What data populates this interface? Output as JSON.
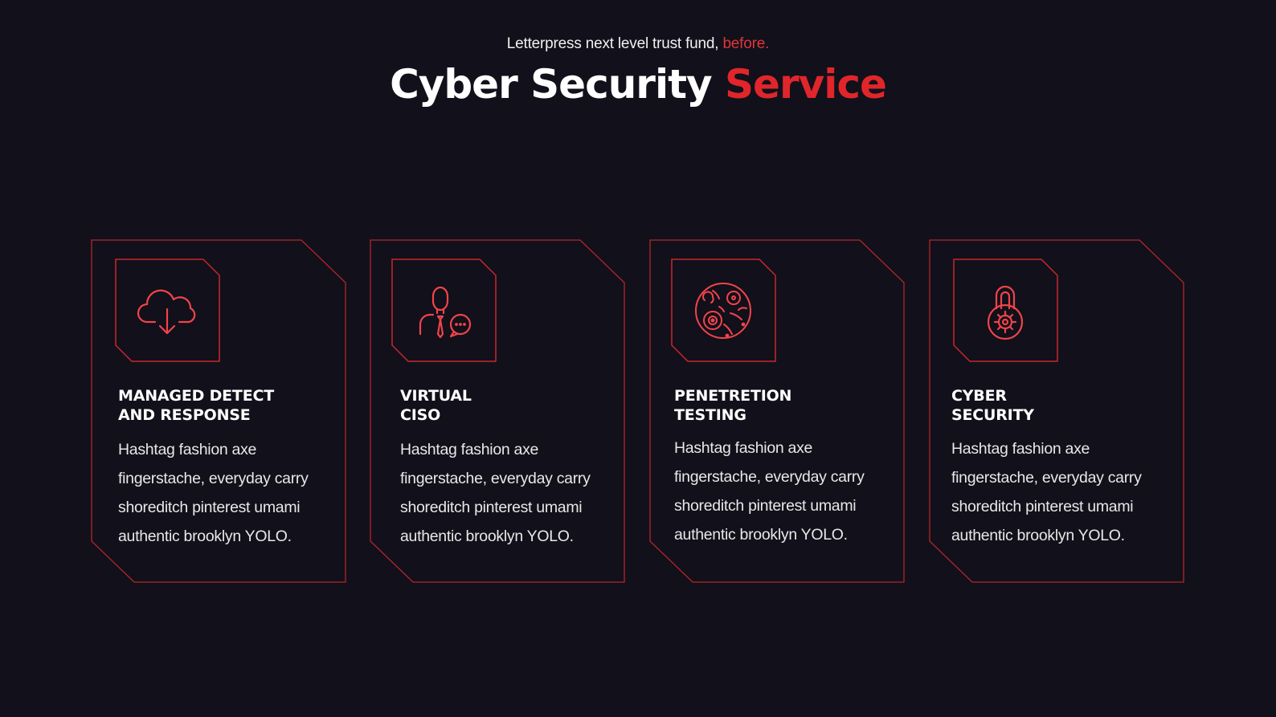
{
  "header": {
    "subtitle": "Letterpress next level trust fund,",
    "subtitle_accent": "before.",
    "title": "Cyber Security",
    "title_accent": "Service"
  },
  "colors": {
    "background": "#12101a",
    "accent": "#e0262b",
    "icon_stroke": "#f0444a",
    "border": "#b3262b"
  },
  "cards": [
    {
      "icon": "cloud-download-icon",
      "title": "MANAGED DETECT\nAND RESPONSE",
      "body": "Hashtag fashion axe fingerstache, everyday carry shoreditch pinterest umami authentic brooklyn YOLO."
    },
    {
      "icon": "consultant-chat-icon",
      "title": "VIRTUAL\nCISO",
      "body": "Hashtag fashion axe fingerstache, everyday carry shoreditch pinterest umami authentic brooklyn YOLO."
    },
    {
      "icon": "virus-globe-icon",
      "title": "PENETRETION\nTESTING",
      "body": "Hashtag fashion axe fingerstache, everyday carry shoreditch pinterest umami authentic brooklyn YOLO."
    },
    {
      "icon": "padlock-gear-icon",
      "title": "CYBER\nSECURITY",
      "body": "Hashtag fashion axe fingerstache, everyday carry shoreditch pinterest umami authentic brooklyn YOLO."
    }
  ]
}
